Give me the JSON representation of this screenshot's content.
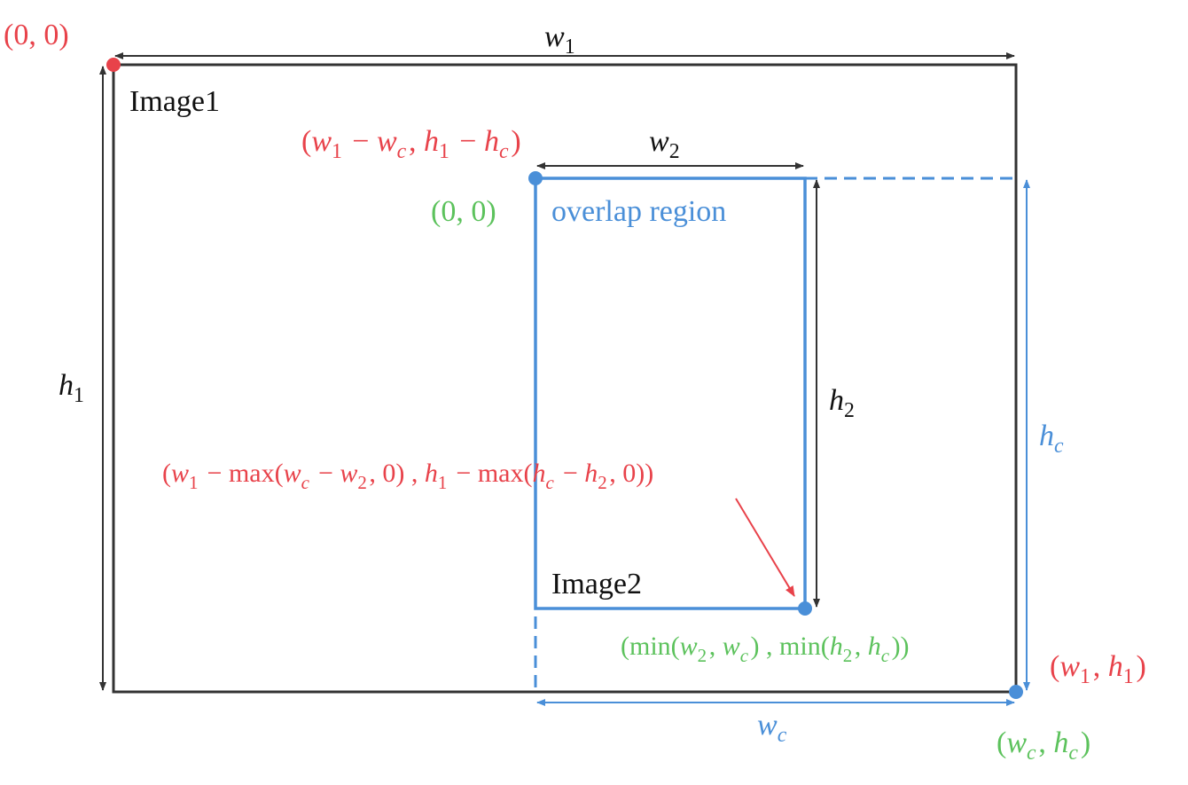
{
  "colors": {
    "image1": "#333333",
    "image2": "#4A8FD8",
    "red": "#E8424A",
    "green": "#5CC25C"
  },
  "labels": {
    "image1": "Image1",
    "image2": "Image2",
    "overlap": "overlap region",
    "w1": "w1",
    "h1": "h1",
    "w2": "w2",
    "h2": "h2",
    "wc": "wc",
    "hc": "hc"
  },
  "points": {
    "image1_origin": "(0, 0)",
    "crop_origin_in_image1": "(w1 − wc, h1 − hc)",
    "image2_origin": "(0, 0)",
    "overlap_end_in_image1": "(w1 − max(wc − w2, 0) , h1 − max(hc − h2, 0))",
    "overlap_end_in_image2": "(min(w2, wc) , min(h2, hc))",
    "image1_end": "(w1, h1)",
    "crop_end": "(wc, hc)"
  }
}
